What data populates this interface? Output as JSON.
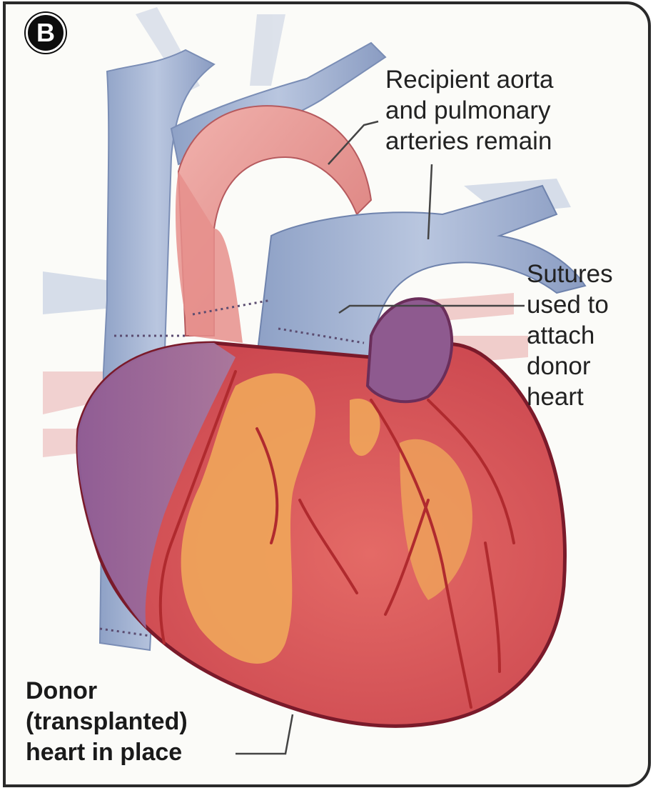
{
  "figure": {
    "panel_letter": "B",
    "labels": {
      "recipient": "Recipient aorta\nand pulmonary\narteries remain",
      "sutures": "Sutures\nused to\nattach\ndonor\nheart",
      "donor": "Donor\n(transplanted)\nheart in place"
    },
    "colors": {
      "vessel_blue": "#9fb0cf",
      "aorta_pink": "#e59a96",
      "heart_red": "#d85a5a",
      "fat_orange": "#efa55a",
      "outline": "#7a1a2a"
    }
  }
}
